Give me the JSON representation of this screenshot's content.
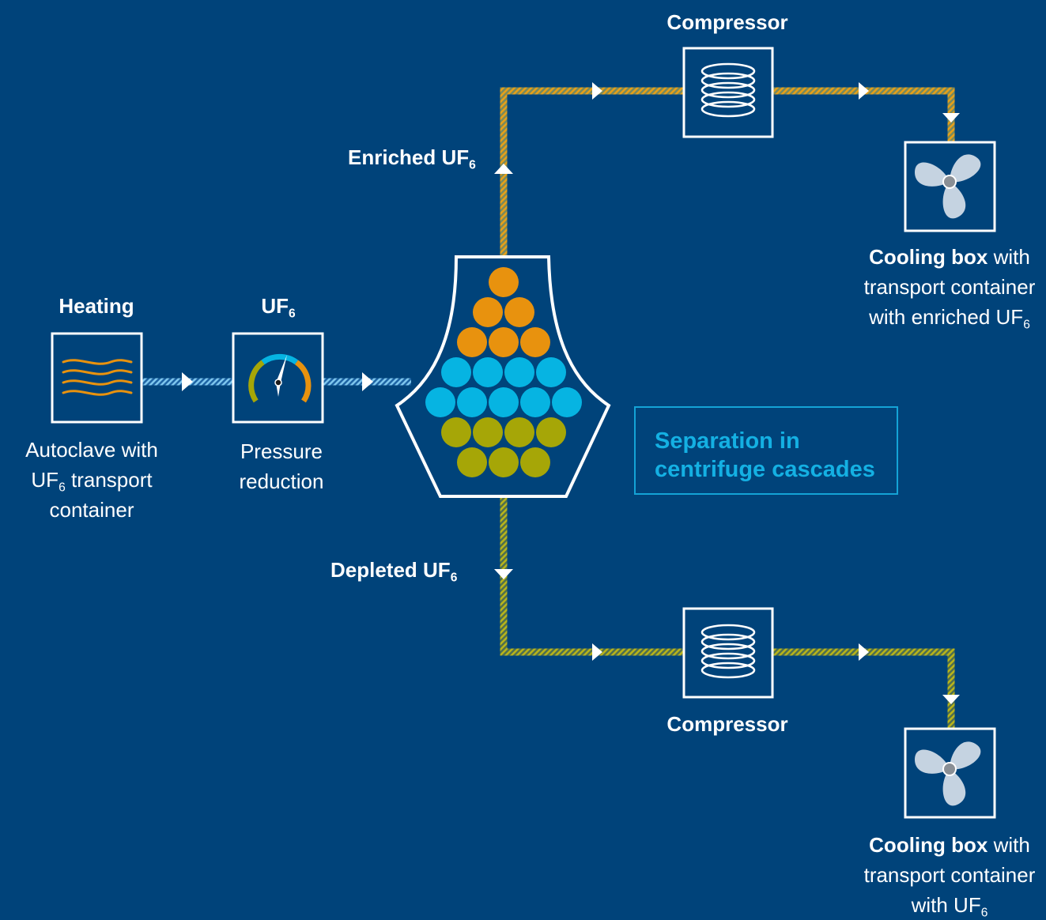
{
  "labels": {
    "heating_title": "Heating",
    "autoclave_line1": "Autoclave with",
    "autoclave_uf": "UF",
    "autoclave_uf_sub": "6",
    "autoclave_rest": " transport",
    "autoclave_line3": "container",
    "uf6_title": "UF",
    "uf6_title_sub": "6",
    "pressure_line1": "Pressure",
    "pressure_line2": "reduction",
    "enriched": "Enriched UF",
    "enriched_sub": "6",
    "depleted": "Depleted UF",
    "depleted_sub": "6",
    "compressor_top": "Compressor",
    "compressor_bottom": "Compressor",
    "separation_line1": "Separation in",
    "separation_line2": "centrifuge cascades",
    "cooling_top_bold": "Cooling box",
    "cooling_top_with": " with",
    "cooling_top_line2": "transport container",
    "cooling_top_line3": "with enriched UF",
    "cooling_top_line3_sub": "6",
    "cooling_bottom_bold": "Cooling box",
    "cooling_bottom_with": " with",
    "cooling_bottom_line2": "transport container",
    "cooling_bottom_line3": "with UF",
    "cooling_bottom_line3_sub": "6"
  },
  "colors": {
    "background": "#00437a",
    "orange": "#e8920e",
    "blue": "#06b4e2",
    "olive": "#a6a607",
    "fan": "#c5d3e1",
    "separation_text": "#14b0e3"
  },
  "icons": {
    "heating": "heat-waves-icon",
    "pressure": "pressure-gauge-icon",
    "compressor": "coil-icon",
    "cooling": "fan-icon"
  },
  "cascade": {
    "rows": [
      {
        "count": 1,
        "color": "orange"
      },
      {
        "count": 2,
        "color": "orange"
      },
      {
        "count": 3,
        "color": "orange"
      },
      {
        "count": 4,
        "color": "blue"
      },
      {
        "count": 5,
        "color": "blue"
      },
      {
        "count": 4,
        "color": "olive"
      },
      {
        "count": 3,
        "color": "olive"
      }
    ]
  }
}
